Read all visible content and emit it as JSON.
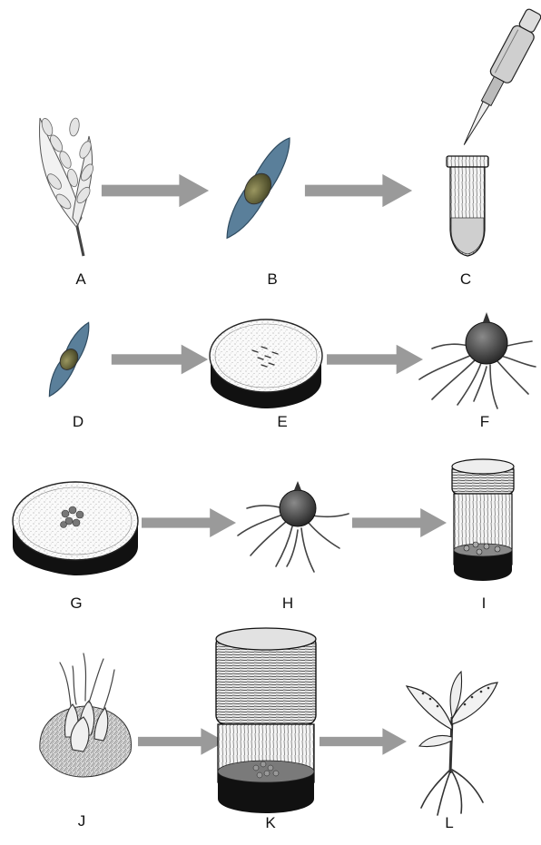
{
  "panels": {
    "A": "A",
    "B": "B",
    "C": "C",
    "D": "D",
    "E": "E",
    "F": "F",
    "G": "G",
    "H": "H",
    "I": "I",
    "J": "J",
    "K": "K",
    "L": "L"
  },
  "colors": {
    "arrow": "#9a9a9a",
    "ink": "#1a1a1a",
    "seed_coat": "#5a7f9a",
    "embryo": "#6b6a3a",
    "label": "#111111"
  },
  "icons": {
    "A": "orchid-seed-capsule-icon",
    "B": "seed-icon",
    "C": "pipette-and-tube-icon",
    "D": "seed-icon",
    "E": "petri-dish-with-seeds-icon",
    "F": "germinating-protocorm-icon",
    "G": "petri-dish-with-protocorms-icon",
    "H": "germinating-protocorm-icon",
    "I": "culture-jar-icon",
    "J": "seedling-cluster-icon",
    "K": "large-culture-jar-icon",
    "L": "plantlet-icon"
  }
}
